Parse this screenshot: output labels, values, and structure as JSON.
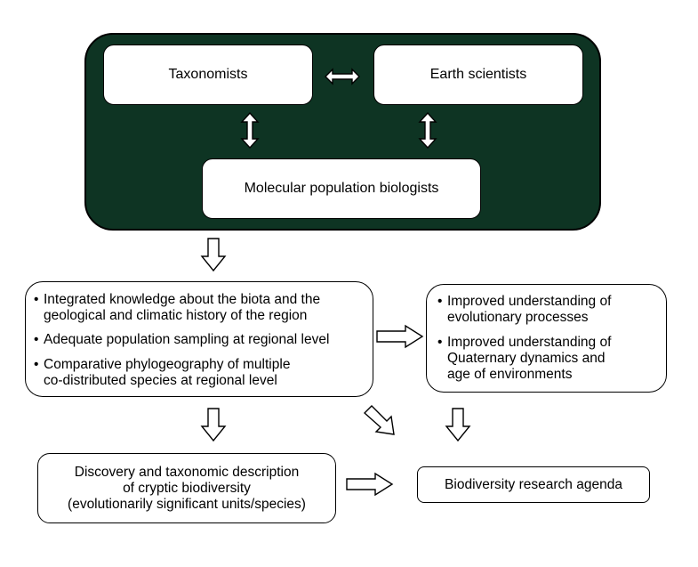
{
  "panel": {
    "taxonomists": "Taxonomists",
    "earth_scientists": "Earth scientists",
    "molecular": "Molecular population biologists"
  },
  "knowledge": {
    "b1_l1": "Integrated knowledge about the biota and the",
    "b1_l2": "geological and climatic history of the region",
    "b2_l1": "Adequate population sampling at regional level",
    "b3_l1": "Comparative phylogeography of multiple",
    "b3_l2": "co-distributed species at regional level"
  },
  "improved": {
    "b1_l1": "Improved understanding of",
    "b1_l2": "evolutionary processes",
    "b2_l1": "Improved understanding of",
    "b2_l2": "Quaternary dynamics and",
    "b2_l3": "age of environments"
  },
  "discovery": {
    "l1": "Discovery and taxonomic description",
    "l2": "of cryptic biodiversity",
    "l3": "(evolutionarily significant units/species)"
  },
  "agenda": "Biodiversity research agenda",
  "bullet_char": "•",
  "colors": {
    "panel": "#0e3423",
    "box": "#ffffff",
    "stroke": "#000000"
  }
}
